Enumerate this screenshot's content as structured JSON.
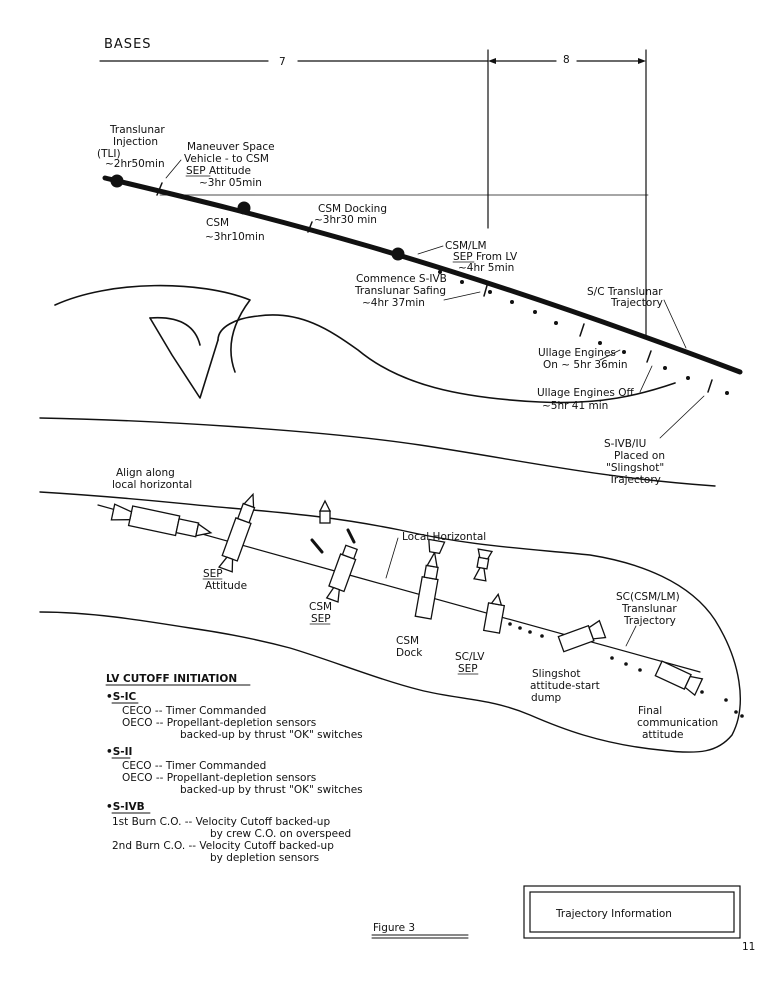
{
  "header": {
    "title": "BASES",
    "base_7": "7",
    "base_8": "8"
  },
  "upper": {
    "tli": [
      "Translunar",
      "Injection",
      "(TLI)",
      "~2hr50min"
    ],
    "maneuver": [
      "Maneuver Space",
      "Vehicle - to CSM",
      "SEP Attitude",
      "~3hr 05min"
    ],
    "csm_sep": [
      "CSM",
      "~3hr10min"
    ],
    "docking": [
      "CSM Docking",
      "~3hr30 min"
    ],
    "csmlm_sep": [
      "CSM/LM",
      "SEP From LV",
      "~4hr 5min"
    ],
    "safing": [
      "Commence S-IVB",
      "Translunar Safing",
      "~4hr 37min"
    ],
    "sc_traj": [
      "S/C Translunar",
      "Trajectory"
    ],
    "ullage_on": [
      "Ullage Engines",
      "On ~ 5hr 36min"
    ],
    "ullage_off": [
      "Ullage Engines Off",
      "~5hr 41 min"
    ],
    "slingshot": [
      "S-IVB/IU",
      "Placed on",
      "\"Slingshot\"",
      "Trajectory"
    ]
  },
  "lower": {
    "align": [
      "Align along",
      "local horizontal"
    ],
    "sep_attitude": [
      "SEP",
      "Attitude"
    ],
    "csm_sep": [
      "CSM",
      "SEP"
    ],
    "local_horizontal": "Local Horizontal",
    "csm_dock": [
      "CSM",
      "Dock"
    ],
    "sclv_sep": [
      "SC/LV",
      "SEP"
    ],
    "sc_traj": [
      "SC(CSM/LM)",
      "Translunar",
      "Trajectory"
    ],
    "slingshot_dump": [
      "Slingshot",
      "attitude-start",
      "dump"
    ],
    "final_comm": [
      "Final",
      "communication",
      "attitude"
    ]
  },
  "cutoff": {
    "title": "LV CUTOFF INITIATION",
    "s1c": {
      "head": "•S-IC",
      "l1": "CECO -- Timer Commanded",
      "l2": "OECO -- Propellant-depletion sensors",
      "l3": "backed-up by thrust \"OK\" switches"
    },
    "s2": {
      "head": "•S-II",
      "l1": "CECO -- Timer Commanded",
      "l2": "OECO -- Propellant-depletion sensors",
      "l3": "backed-up by thrust \"OK\" switches"
    },
    "s4b": {
      "head": "•S-IVB",
      "l1": "1st Burn C.O. -- Velocity Cutoff backed-up",
      "l2": "by crew C.O. on overspeed",
      "l3": "2nd Burn C.O. -- Velocity Cutoff backed-up",
      "l4": "by depletion sensors"
    }
  },
  "footer": {
    "figure": "Figure 3",
    "box": "Trajectory Information",
    "page": "11"
  }
}
